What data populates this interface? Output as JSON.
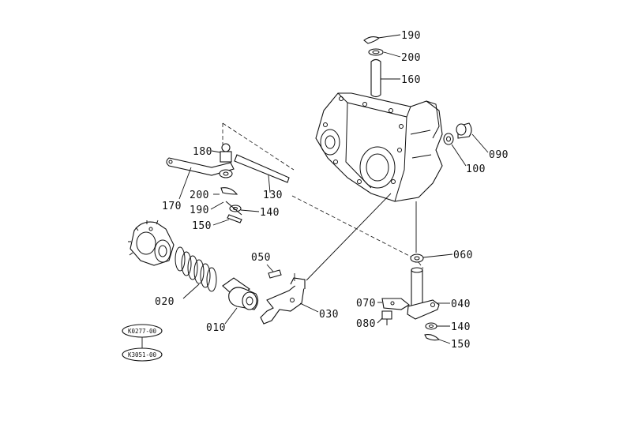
{
  "diagram": {
    "callouts": [
      {
        "id": "p190a",
        "text": "190"
      },
      {
        "id": "p200a",
        "text": "200"
      },
      {
        "id": "p160",
        "text": "160"
      },
      {
        "id": "p090",
        "text": "090"
      },
      {
        "id": "p100",
        "text": "100"
      },
      {
        "id": "p180",
        "text": "180"
      },
      {
        "id": "p170",
        "text": "170"
      },
      {
        "id": "p200b",
        "text": "200"
      },
      {
        "id": "p130",
        "text": "130"
      },
      {
        "id": "p190b",
        "text": "190"
      },
      {
        "id": "p140a",
        "text": "140"
      },
      {
        "id": "p150a",
        "text": "150"
      },
      {
        "id": "p060",
        "text": "060"
      },
      {
        "id": "p050",
        "text": "050"
      },
      {
        "id": "p020",
        "text": "020"
      },
      {
        "id": "p070",
        "text": "070"
      },
      {
        "id": "p040",
        "text": "040"
      },
      {
        "id": "p030",
        "text": "030"
      },
      {
        "id": "p080",
        "text": "080"
      },
      {
        "id": "p140b",
        "text": "140"
      },
      {
        "id": "p010",
        "text": "010"
      },
      {
        "id": "p150b",
        "text": "150"
      }
    ],
    "references": [
      {
        "id": "ref1",
        "text": "K0277-00"
      },
      {
        "id": "ref2",
        "text": "K3051-00"
      }
    ]
  }
}
